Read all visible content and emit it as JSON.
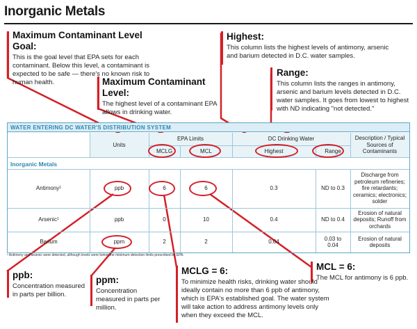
{
  "title": "Inorganic Metals",
  "callouts": {
    "mclg_goal": {
      "head": "Maximum Contaminant Level Goal:",
      "body": "This is the goal level that EPA sets for each contaminant. Below this level, a contaminant is expected to be safe — there's no known risk to human health."
    },
    "mcl_level": {
      "head": "Maximum Contaminant Level:",
      "body": "The highest level of a contaminant EPA allows in drinking water."
    },
    "highest": {
      "head": "Highest:",
      "body": "This column lists the highest levels of antimony, arsenic and barium detected in D.C. water samples."
    },
    "range": {
      "head": "Range:",
      "body": "This column lists the ranges in antimony, arsenic and barium levels detected in D.C. water samples. It goes from lowest to highest with ND indicating \"not detected.\""
    },
    "ppb": {
      "head": "ppb:",
      "body": "Concentration measured in parts per billion."
    },
    "ppm": {
      "head": "ppm:",
      "body": "Concentration measured in parts per million."
    },
    "mclg6": {
      "head": "MCLG = 6:",
      "body": "To minimize health risks, drinking water should ideally contain no more than 6 ppb of antimony, which is EPA's established goal. The water system will take action to address antimony levels only when they exceed the MCL."
    },
    "mcl6": {
      "head": "MCL = 6:",
      "body": "The MCL for antimony is 6 ppb."
    }
  },
  "table": {
    "banner": "WATER ENTERING DC WATER'S DISTRIBUTION SYSTEM",
    "col_units": "Units",
    "group_epa": "EPA Limits",
    "group_dc": "DC Drinking Water",
    "col_mclg": "MCLG",
    "col_mcl": "MCL",
    "col_highest": "Highest",
    "col_range": "Range",
    "col_sources": "Description / Typical Sources of Contaminants",
    "section": "Inorganic Metals",
    "rows": [
      {
        "name": "Antimony",
        "sup": "1",
        "units": "ppb",
        "mclg": "6",
        "mcl": "6",
        "highest": "0.3",
        "range": "ND to 0.3",
        "sources": "Discharge from petroleum refineries; fire retardants; ceramics; electronics; solder"
      },
      {
        "name": "Arsenic",
        "sup": "1",
        "units": "ppb",
        "mclg": "0",
        "mcl": "10",
        "highest": "0.4",
        "range": "ND to 0.4",
        "sources": "Erosion of natural deposits; Runoff from orchards"
      },
      {
        "name": "Barium",
        "sup": "",
        "units": "ppm",
        "mclg": "2",
        "mcl": "2",
        "highest": "0.04",
        "range": "0.03 to 0.04",
        "sources": "Erosion of natural deposits"
      }
    ],
    "footnote": "¹ Antimony and arsenic were detected, although levels were below the minimum detection limits prescribed by EPA."
  },
  "colors": {
    "accent": "#d32027",
    "table_blue": "#2e86b1",
    "table_border": "#5aa7c8",
    "header_fill": "#e8f3f8"
  }
}
